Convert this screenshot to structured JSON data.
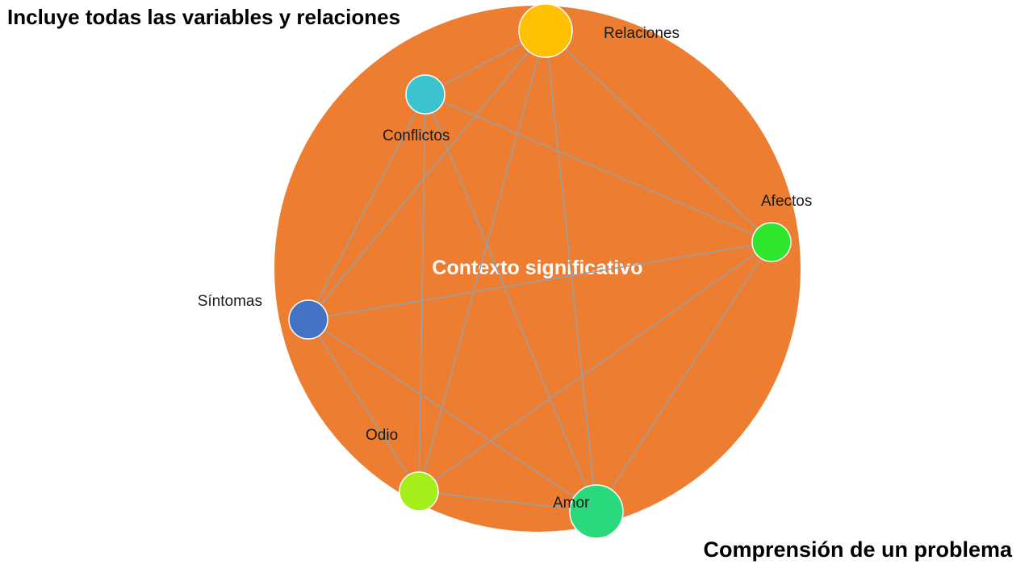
{
  "slide": {
    "title": "Incluye todas las variables y relaciones",
    "footer": "Comprensión de un problema"
  },
  "diagram": {
    "center_label": "Contexto significativo",
    "context_color": "#ED7D31",
    "edge_color": "#9E9E9E",
    "nodes": [
      {
        "id": "relaciones",
        "label": "Relaciones",
        "color": "#FFC000"
      },
      {
        "id": "conflictos",
        "label": "Conflictos",
        "color": "#3BC4CE"
      },
      {
        "id": "afectos",
        "label": "Afectos",
        "color": "#2EE62E"
      },
      {
        "id": "sintomas",
        "label": "Síntomas",
        "color": "#4472C4"
      },
      {
        "id": "odio",
        "label": "Odio",
        "color": "#A4EE1A"
      },
      {
        "id": "amor",
        "label": "Amor",
        "color": "#2AD97E"
      }
    ],
    "edges": [
      [
        "relaciones",
        "conflictos"
      ],
      [
        "relaciones",
        "afectos"
      ],
      [
        "relaciones",
        "sintomas"
      ],
      [
        "relaciones",
        "odio"
      ],
      [
        "relaciones",
        "amor"
      ],
      [
        "conflictos",
        "afectos"
      ],
      [
        "conflictos",
        "sintomas"
      ],
      [
        "conflictos",
        "odio"
      ],
      [
        "conflictos",
        "amor"
      ],
      [
        "afectos",
        "sintomas"
      ],
      [
        "afectos",
        "odio"
      ],
      [
        "afectos",
        "amor"
      ],
      [
        "sintomas",
        "odio"
      ],
      [
        "sintomas",
        "amor"
      ],
      [
        "odio",
        "amor"
      ]
    ]
  }
}
